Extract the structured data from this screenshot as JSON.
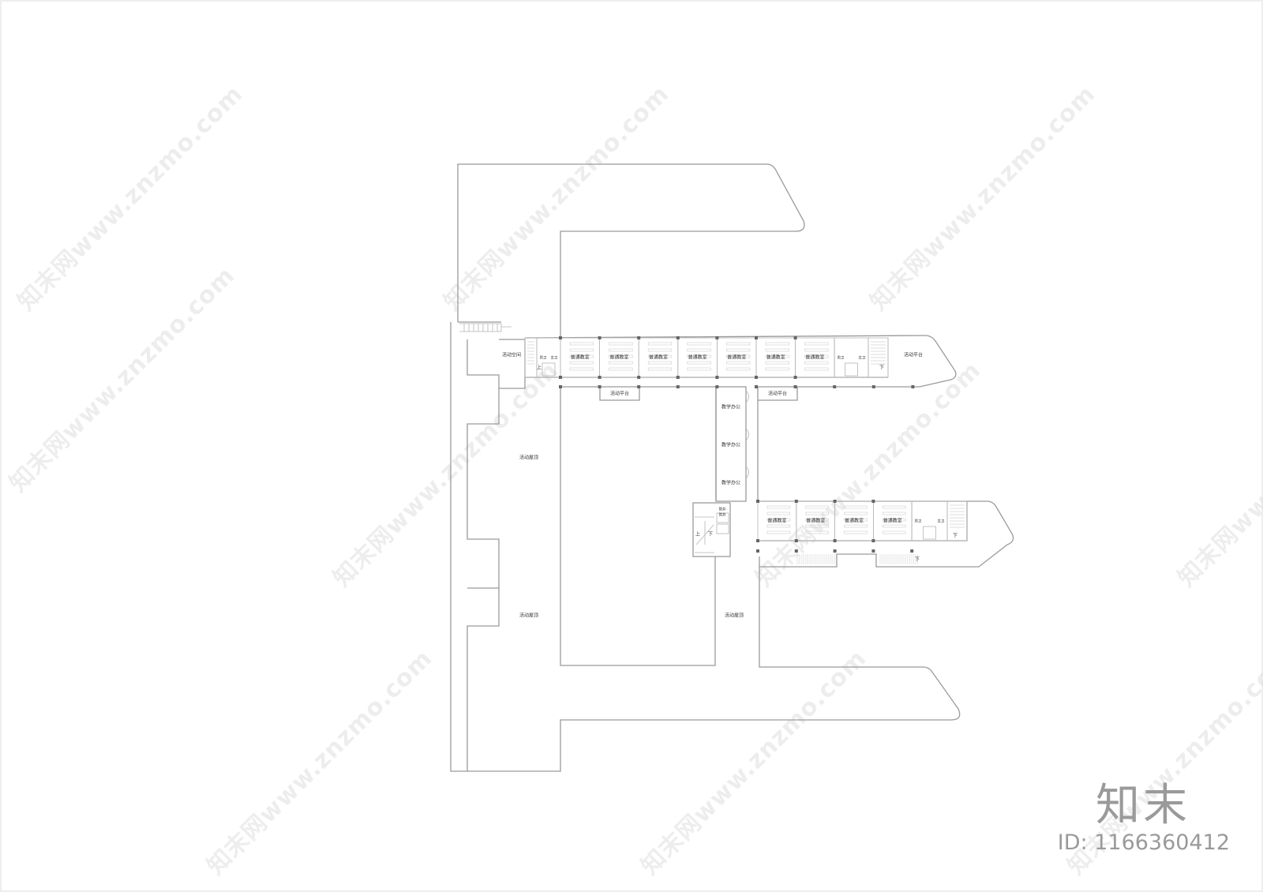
{
  "labels": {
    "classroom": "普通教室",
    "male_wc": "男卫",
    "female_wc": "女卫",
    "activity_space": "活动空间",
    "activity_platform": "活动平台",
    "teaching_office": "教学办公",
    "activity_roof": "活动屋顶",
    "shaft": "管井",
    "up": "上",
    "down": "下"
  },
  "top_wing": {
    "classroom_count": 7
  },
  "lower_wing": {
    "classroom_count": 4
  },
  "offices": {
    "count": 3
  },
  "watermark": {
    "text": "知末网www.znzmo.com",
    "color": "#000000"
  },
  "logo": {
    "text": "知末",
    "id": "ID: 1166360412"
  },
  "colors": {
    "wall": "#9a9a9a",
    "background": "#ffffff"
  }
}
